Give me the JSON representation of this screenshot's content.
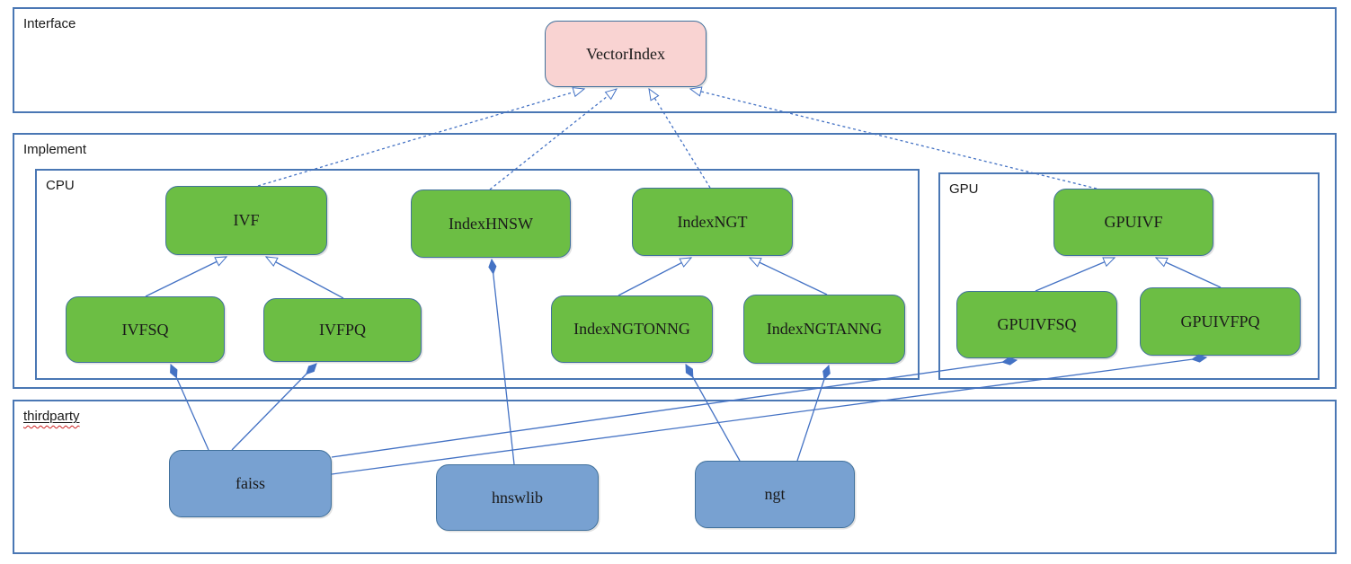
{
  "diagram": {
    "groups": {
      "interface": {
        "label": "Interface"
      },
      "implement": {
        "label": "Implement"
      },
      "cpu": {
        "label": "CPU"
      },
      "gpu": {
        "label": "GPU"
      },
      "thirdparty": {
        "label": "thirdparty"
      }
    },
    "nodes": {
      "vectorindex": {
        "label": "VectorIndex",
        "kind": "interface"
      },
      "ivf": {
        "label": "IVF",
        "kind": "cpu-class"
      },
      "indexhnsw": {
        "label": "IndexHNSW",
        "kind": "cpu-class"
      },
      "indexngt": {
        "label": "IndexNGT",
        "kind": "cpu-class"
      },
      "ivfsq": {
        "label": "IVFSQ",
        "kind": "cpu-class"
      },
      "ivfpq": {
        "label": "IVFPQ",
        "kind": "cpu-class"
      },
      "indexngtonng": {
        "label": "IndexNGTONNG",
        "kind": "cpu-class"
      },
      "indexngtanng": {
        "label": "IndexNGTANNG",
        "kind": "cpu-class"
      },
      "gpuivf": {
        "label": "GPUIVF",
        "kind": "gpu-class"
      },
      "gpuivfsq": {
        "label": "GPUIVFSQ",
        "kind": "gpu-class"
      },
      "gpuivfpq": {
        "label": "GPUIVFPQ",
        "kind": "gpu-class"
      },
      "faiss": {
        "label": "faiss",
        "kind": "thirdparty-lib"
      },
      "hnswlib": {
        "label": "hnswlib",
        "kind": "thirdparty-lib"
      },
      "ngt": {
        "label": "ngt",
        "kind": "thirdparty-lib"
      }
    },
    "edges": [
      {
        "from": "ivf",
        "to": "vectorindex",
        "relation": "realization",
        "style": "dashed-hollow-triangle"
      },
      {
        "from": "indexhnsw",
        "to": "vectorindex",
        "relation": "realization",
        "style": "dashed-hollow-triangle"
      },
      {
        "from": "indexngt",
        "to": "vectorindex",
        "relation": "realization",
        "style": "dashed-hollow-triangle"
      },
      {
        "from": "gpuivf",
        "to": "vectorindex",
        "relation": "realization",
        "style": "dashed-hollow-triangle"
      },
      {
        "from": "ivfsq",
        "to": "ivf",
        "relation": "generalization",
        "style": "solid-hollow-triangle"
      },
      {
        "from": "ivfpq",
        "to": "ivf",
        "relation": "generalization",
        "style": "solid-hollow-triangle"
      },
      {
        "from": "indexngtonng",
        "to": "indexngt",
        "relation": "generalization",
        "style": "solid-hollow-triangle"
      },
      {
        "from": "indexngtanng",
        "to": "indexngt",
        "relation": "generalization",
        "style": "solid-hollow-triangle"
      },
      {
        "from": "gpuivfsq",
        "to": "gpuivf",
        "relation": "generalization",
        "style": "solid-hollow-triangle"
      },
      {
        "from": "gpuivfpq",
        "to": "gpuivf",
        "relation": "generalization",
        "style": "solid-hollow-triangle"
      },
      {
        "from": "hnswlib",
        "to": "indexhnsw",
        "relation": "aggregation",
        "style": "solid-filled-diamond"
      },
      {
        "from": "faiss",
        "to": "ivfsq",
        "relation": "aggregation",
        "style": "solid-filled-diamond"
      },
      {
        "from": "faiss",
        "to": "ivfpq",
        "relation": "aggregation",
        "style": "solid-filled-diamond"
      },
      {
        "from": "faiss",
        "to": "gpuivfsq",
        "relation": "aggregation",
        "style": "solid-filled-diamond"
      },
      {
        "from": "faiss",
        "to": "gpuivfpq",
        "relation": "aggregation",
        "style": "solid-filled-diamond"
      },
      {
        "from": "ngt",
        "to": "indexngtonng",
        "relation": "aggregation",
        "style": "solid-filled-diamond"
      },
      {
        "from": "ngt",
        "to": "indexngtanng",
        "relation": "aggregation",
        "style": "solid-filled-diamond"
      }
    ],
    "colors": {
      "interface_fill": "#f9d3d2",
      "class_fill": "#6cbe44",
      "thirdparty_fill": "#78a1d1",
      "connector": "#4472c4",
      "frame_border": "#4a77b4",
      "node_border": "#41719c"
    }
  }
}
